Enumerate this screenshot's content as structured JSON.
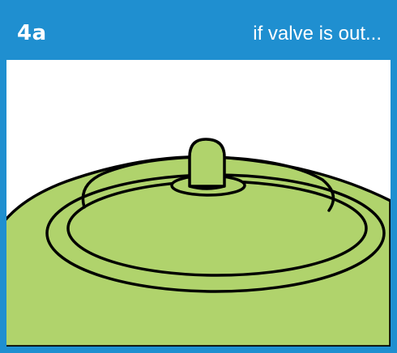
{
  "header": {
    "step": "4a",
    "caption": "if valve is out..."
  },
  "colors": {
    "frame_blue": "#1f8fd0",
    "ball_green": "#b0d36c",
    "outline": "#000000"
  },
  "illustration": {
    "subject": "inflatable ball top with valve protruding"
  }
}
